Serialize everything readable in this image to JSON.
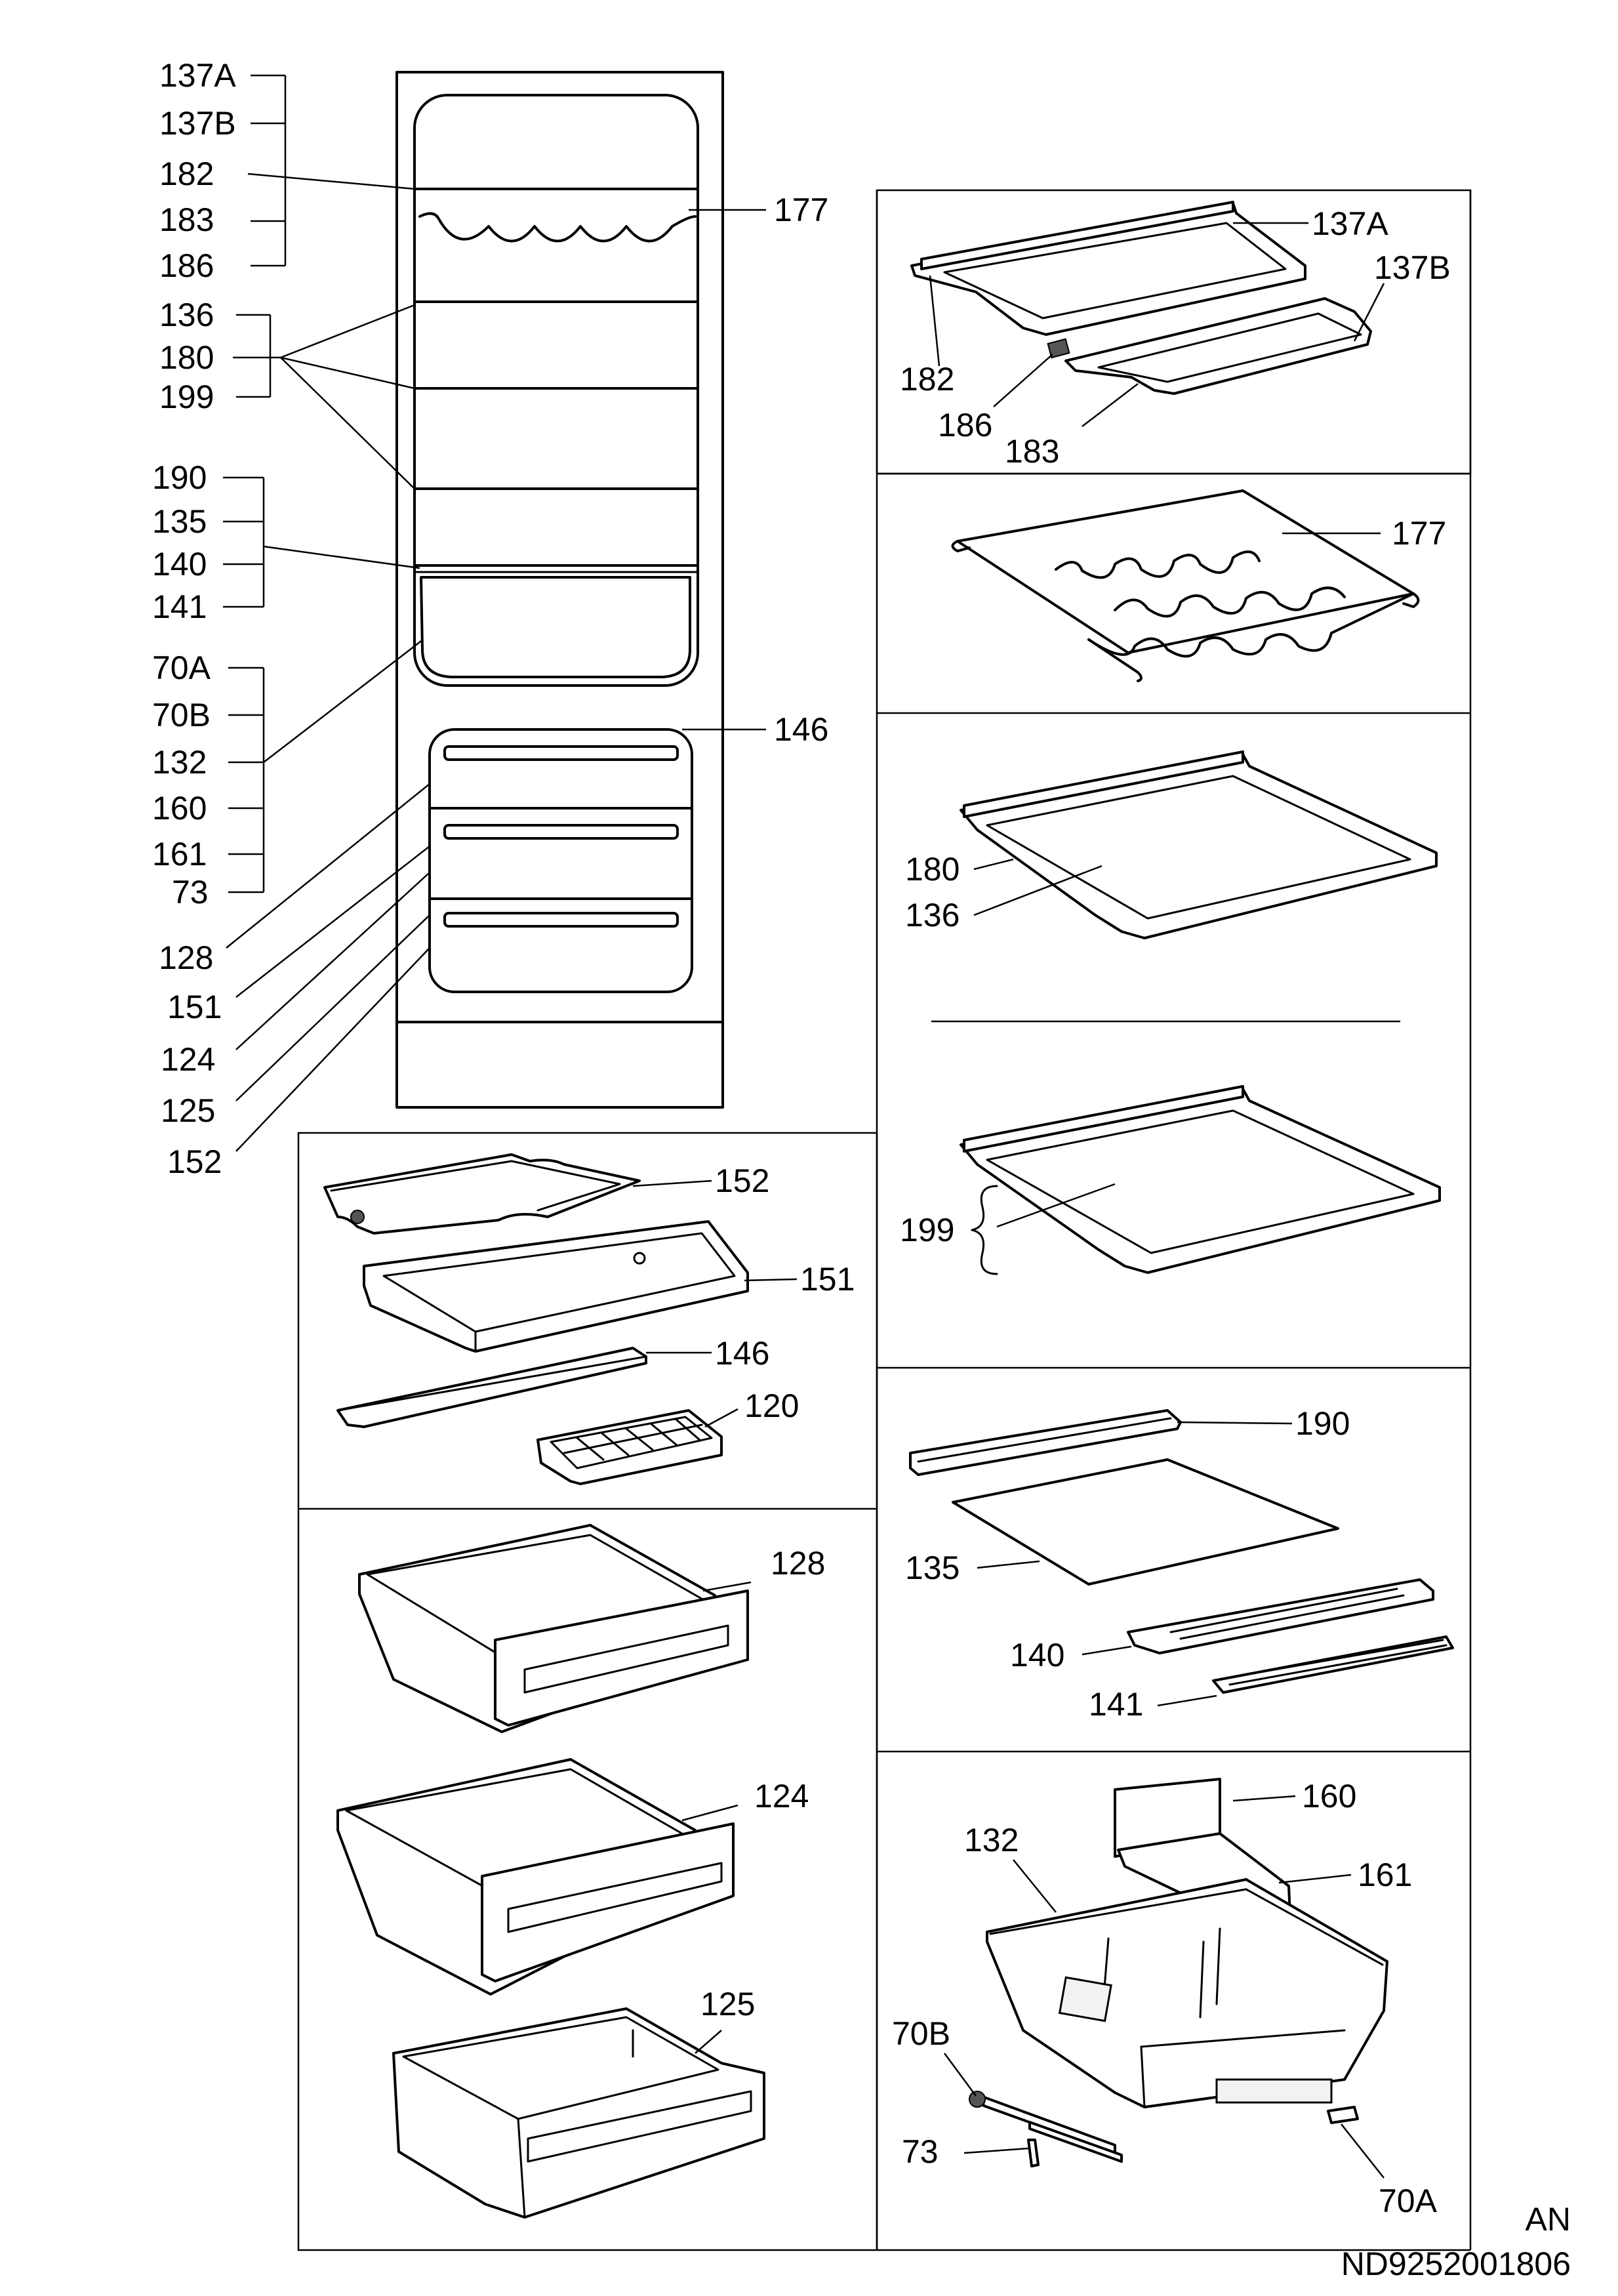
{
  "labels": {
    "l137A_left": "137A",
    "l137B_left": "137B",
    "l182_left": "182",
    "l183_left": "183",
    "l186_left": "186",
    "l177_top": "177",
    "l136_left": "136",
    "l180_left": "180",
    "l199_left": "199",
    "l190_left": "190",
    "l135_left": "135",
    "l140_left": "140",
    "l141_left": "141",
    "l70A_left": "70A",
    "l70B_left": "70B",
    "l132_left": "132",
    "l160_left": "160",
    "l161_left": "161",
    "l73_left": "73",
    "l146_top": "146",
    "l128_left": "128",
    "l151_left": "151",
    "l124_left": "124",
    "l125_left": "125",
    "l152_left": "152",
    "p137A": "137A",
    "p137B": "137B",
    "p182": "182",
    "p186": "186",
    "p183": "183",
    "p177": "177",
    "p180": "180",
    "p136": "136",
    "p199": "199",
    "p152": "152",
    "p151": "151",
    "p146": "146",
    "p120": "120",
    "p190": "190",
    "p135": "135",
    "p140": "140",
    "p141": "141",
    "p128": "128",
    "p124": "124",
    "p125": "125",
    "p160": "160",
    "p132": "132",
    "p161": "161",
    "p70B": "70B",
    "p73": "73",
    "p70A": "70A"
  },
  "footer": {
    "code1": "AN",
    "code2": "ND9252001806"
  }
}
